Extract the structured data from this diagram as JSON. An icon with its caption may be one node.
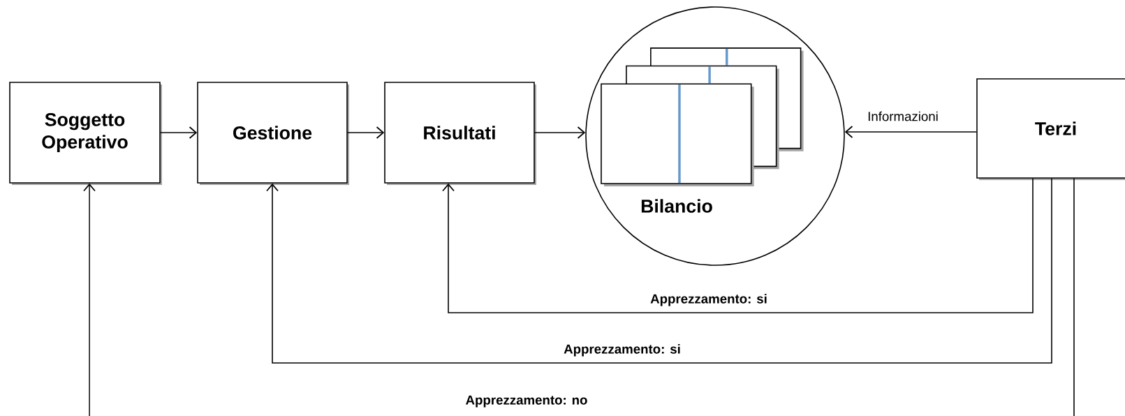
{
  "diagram": {
    "nodes": [
      {
        "text": [
          "Soggetto Operativo"
        ]
      },
      {
        "text": [
          "Gestione"
        ]
      },
      {
        "text": [
          "Risultati"
        ]
      },
      {
        "text": [
          "Bilancio"
        ]
      },
      {
        "text": [
          "Terzi"
        ]
      }
    ],
    "edges": [
      {
        "from": 0,
        "to": 1,
        "arrow": "to"
      },
      {
        "from": 1,
        "to": 2,
        "arrow": "to"
      },
      {
        "from": 2,
        "to": 3,
        "arrow": "to"
      },
      {
        "from": 4,
        "to": 3,
        "arrow": "to",
        "label": "Informazioni"
      },
      {
        "from": 4,
        "to": 2,
        "arrow": "to",
        "label": "Apprezzamento: si"
      },
      {
        "from": 4,
        "to": 1,
        "arrow": "to",
        "label": "Apprezzamento: si"
      },
      {
        "from": 4,
        "to": 0,
        "arrow": "to",
        "label": "Apprezzamento: no"
      }
    ]
  }
}
